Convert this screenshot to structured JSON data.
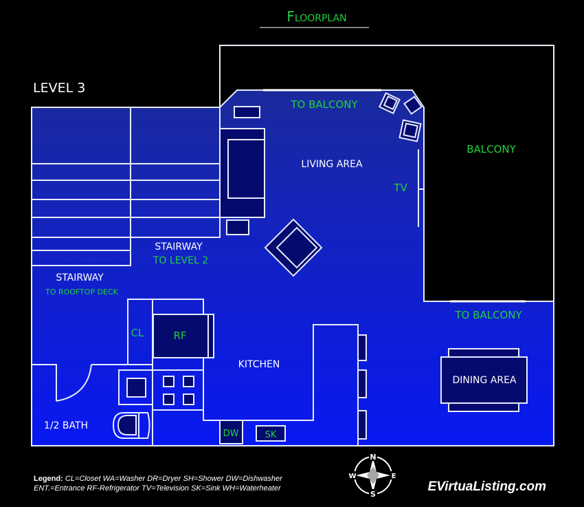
{
  "title": "Floorplan",
  "level": "LEVEL 3",
  "rooms": {
    "balcony": "BALCONY",
    "to_balcony_top": "TO BALCONY",
    "to_balcony_right": "TO BALCONY",
    "living_area": "LIVING AREA",
    "tv": "TV",
    "stairway_center": "STAIRWAY",
    "to_level_2": "TO LEVEL 2",
    "stairway_left": "STAIRWAY",
    "to_rooftop": "TO ROOFTOP DECK",
    "closet": "CL",
    "refrigerator": "RF",
    "kitchen": "KITCHEN",
    "dining_area": "DINING AREA",
    "half_bath": "1/2 BATH",
    "dishwasher": "DW",
    "sink": "SK"
  },
  "legend": {
    "heading": "Legend:",
    "line1": "CL=Closet  WA=Washer  DR=Dryer SH=Shower  DW=Dishwasher",
    "line2": "ENT.=Entrance RF-Refrigerator TV=Television  SK=Sink  WH=Waterheater"
  },
  "compass": {
    "n": "N",
    "s": "S",
    "e": "E",
    "w": "W"
  },
  "brand": "EVirtuaListing.com",
  "colors": {
    "label_green": "#22d040",
    "floor_top": "#1a2a9c",
    "floor_bottom": "#0818f2"
  }
}
